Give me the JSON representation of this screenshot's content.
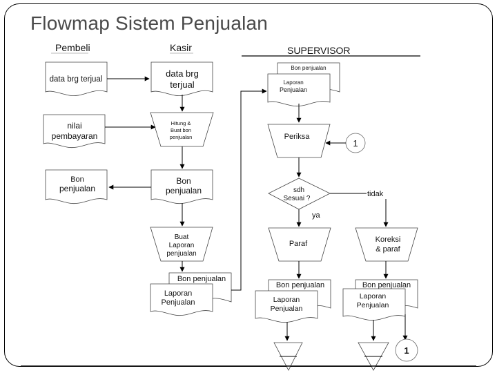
{
  "title": "Flowmap Sistem Penjualan",
  "lanes": {
    "pembeli": "Pembeli",
    "kasir": "Kasir",
    "supervisor": "SUPERVISOR"
  },
  "pembeli": {
    "doc_data_brg": "data brg terjual",
    "doc_nilai": [
      "nilai",
      "pembayaran"
    ],
    "doc_bon": [
      "Bon",
      "penjualan"
    ]
  },
  "kasir": {
    "doc_data_brg": [
      "data brg",
      "terjual"
    ],
    "proc_hitung": [
      "Hitung  &",
      "Buat bon",
      "penjualan"
    ],
    "doc_bon": [
      "Bon",
      "penjualan"
    ],
    "proc_buat_laporan": [
      "Buat",
      "Laporan",
      "penjualan"
    ],
    "doc_stack_back": "Bon penjualan",
    "doc_stack_front": [
      "Laporan",
      "Penjualan"
    ]
  },
  "supervisor": {
    "doc_stack_back": "Bon penjualan",
    "doc_stack_front": [
      "Laporan",
      "Penjualan"
    ],
    "proc_periksa": "Periksa",
    "connector_in": "1",
    "decision": [
      "sdh",
      "Sesuai ?"
    ],
    "label_yes": "ya",
    "label_no": "tidak",
    "proc_paraf": "Paraf",
    "proc_koreksi": [
      "Koreksi",
      "& paraf"
    ],
    "doc_stack_left_back": "Bon penjualan",
    "doc_stack_left_front": [
      "Laporan",
      "Penjualan"
    ],
    "doc_stack_right_back": "Bon penjualan",
    "doc_stack_right_front": [
      "Laporan",
      "Penjualan"
    ],
    "connector_out": "1"
  }
}
